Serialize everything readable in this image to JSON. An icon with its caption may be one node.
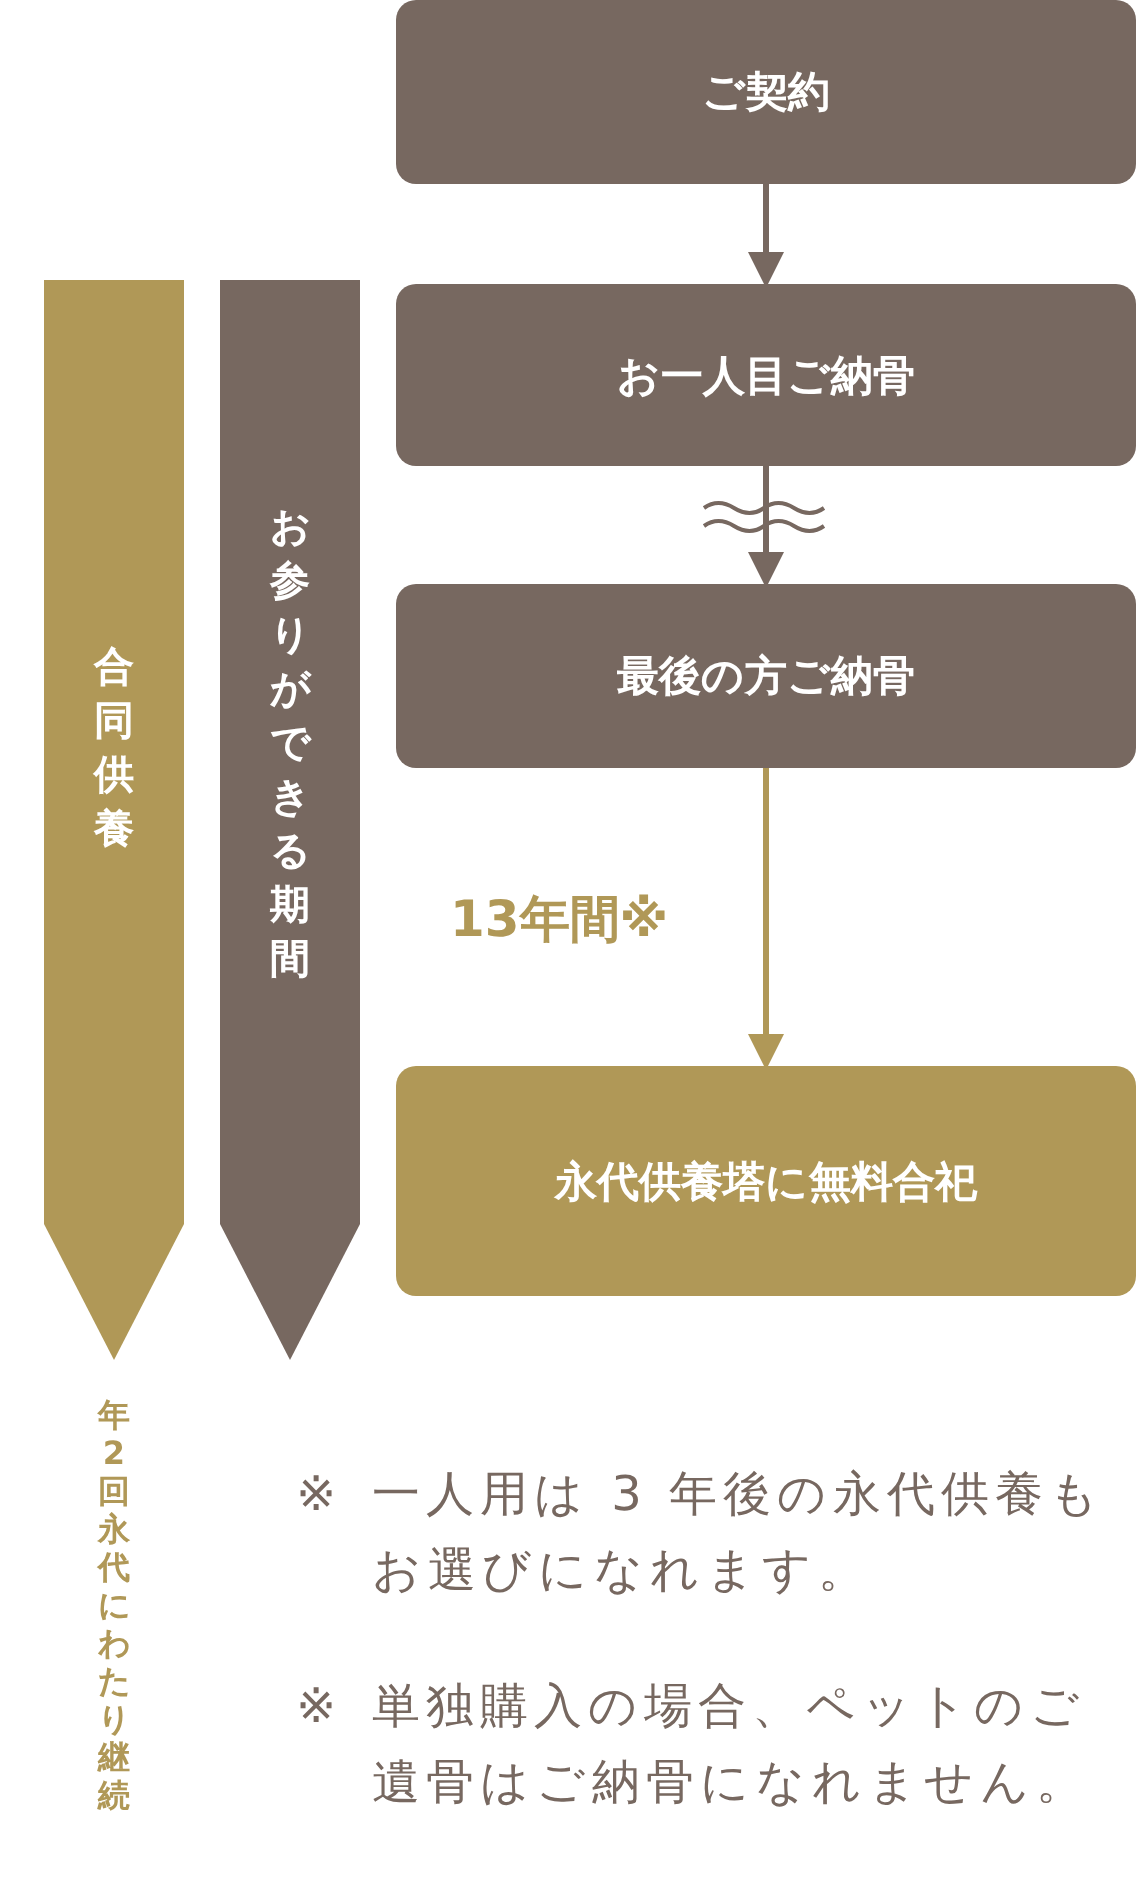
{
  "diagram": {
    "nodes": [
      {
        "text": [
          "ご契約"
        ]
      },
      {
        "text": [
          "お一人目ご納骨"
        ]
      },
      {
        "text": [
          "最後の方ご納骨"
        ]
      },
      {
        "text": [
          "永代供養塔に無料合祀"
        ]
      },
      {
        "text": [
          "合同供養"
        ],
        "beside": [
          "年2回永代にわたり継続"
        ]
      },
      {
        "text": [
          "お参りができる期間"
        ]
      }
    ],
    "edges": [
      {
        "from": 0,
        "to": 1,
        "arrow": "to"
      },
      {
        "from": 1,
        "to": 2,
        "arrow": "to"
      },
      {
        "from": 2,
        "to": 3,
        "arrow": "to",
        "label": "13年間※",
        "color": "#b09857"
      }
    ],
    "labels": [
      "※",
      "一人用は 3 年後の永代供養もお選びになれます。",
      "※",
      "単独購入の場合、ペットのご遺骨はご納骨になれません。"
    ]
  }
}
